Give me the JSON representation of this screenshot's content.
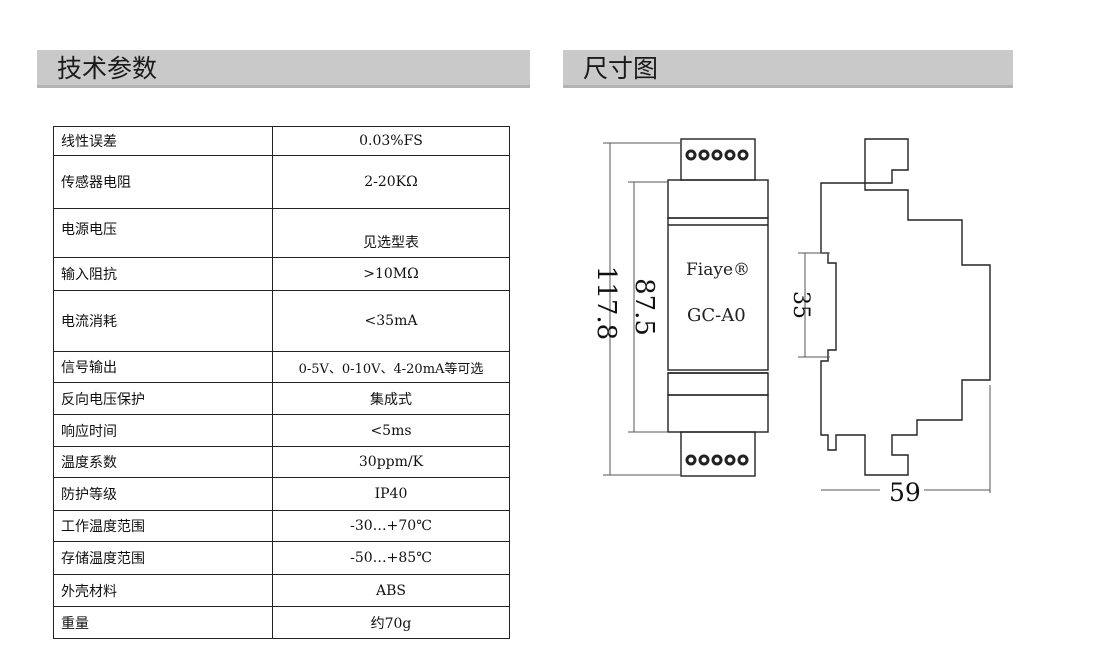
{
  "headers": {
    "specs": "技术参数",
    "dimensions": "尺寸图"
  },
  "specs": [
    {
      "label": "线性误差",
      "value": "0.03%FS"
    },
    {
      "label": "传感器电阻",
      "value": "2-20KΩ"
    },
    {
      "label": "电源电压",
      "value": "见选型表"
    },
    {
      "label": "输入阻抗",
      "value": ">10MΩ"
    },
    {
      "label": "电流消耗",
      "value": "<35mA"
    },
    {
      "label": "信号输出",
      "value": "0-5V、0-10V、4-20mA等可选"
    },
    {
      "label": "反向电压保护",
      "value": "集成式"
    },
    {
      "label": "响应时间",
      "value": "<5ms"
    },
    {
      "label": "温度系数",
      "value": "30ppm/K"
    },
    {
      "label": "防护等级",
      "value": "IP40"
    },
    {
      "label": "工作温度范围",
      "value": "-30…+70℃"
    },
    {
      "label": "存储温度范围",
      "value": "-50…+85℃"
    },
    {
      "label": "外壳材料",
      "value": "ABS"
    },
    {
      "label": "重量",
      "value": "约70g"
    }
  ],
  "diagram": {
    "brand": "Fiaye®",
    "model": "GC-A0",
    "dim_total_height": "117.8",
    "dim_body_height": "87.5",
    "dim_rail": "35",
    "dim_depth": "59"
  }
}
